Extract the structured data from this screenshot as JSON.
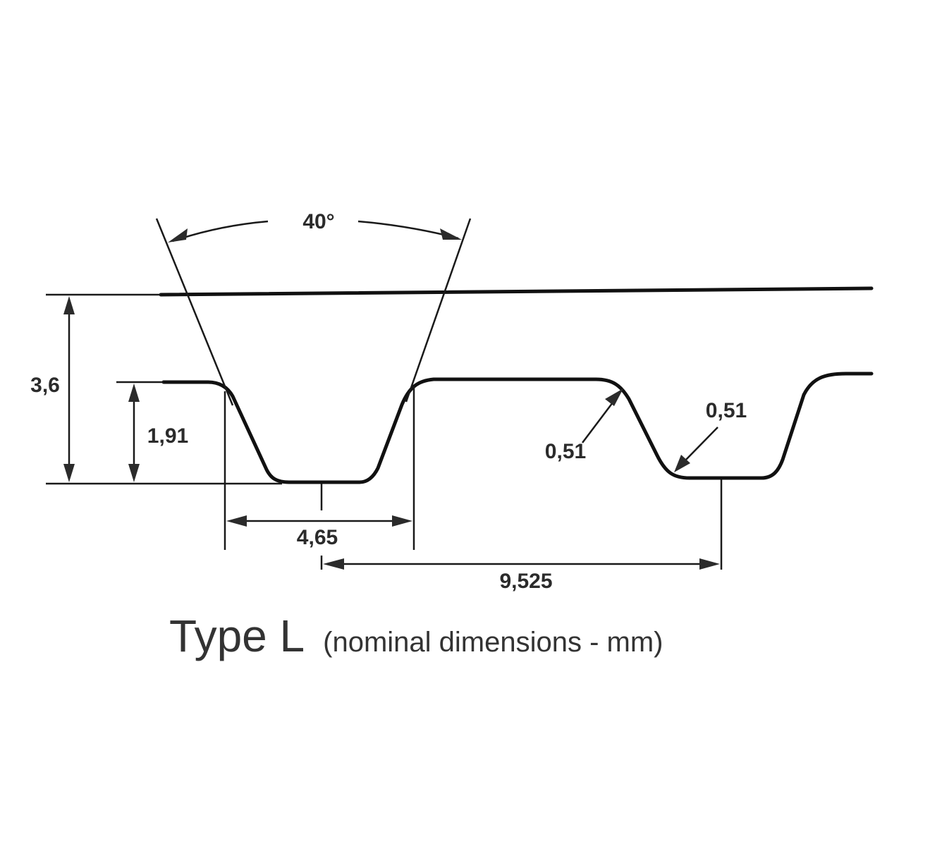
{
  "labels": {
    "angle": "40°",
    "total_height": "3,6",
    "tooth_height": "1,91",
    "tooth_width": "4,65",
    "pitch": "9,525",
    "radius_top": "0,51",
    "radius_bottom": "0,51"
  },
  "caption": {
    "main": "Type L",
    "sub": "(nominal dimensions - mm)"
  },
  "colors": {
    "line": "#111111",
    "text": "#2b2b2b",
    "background": "#ffffff"
  }
}
